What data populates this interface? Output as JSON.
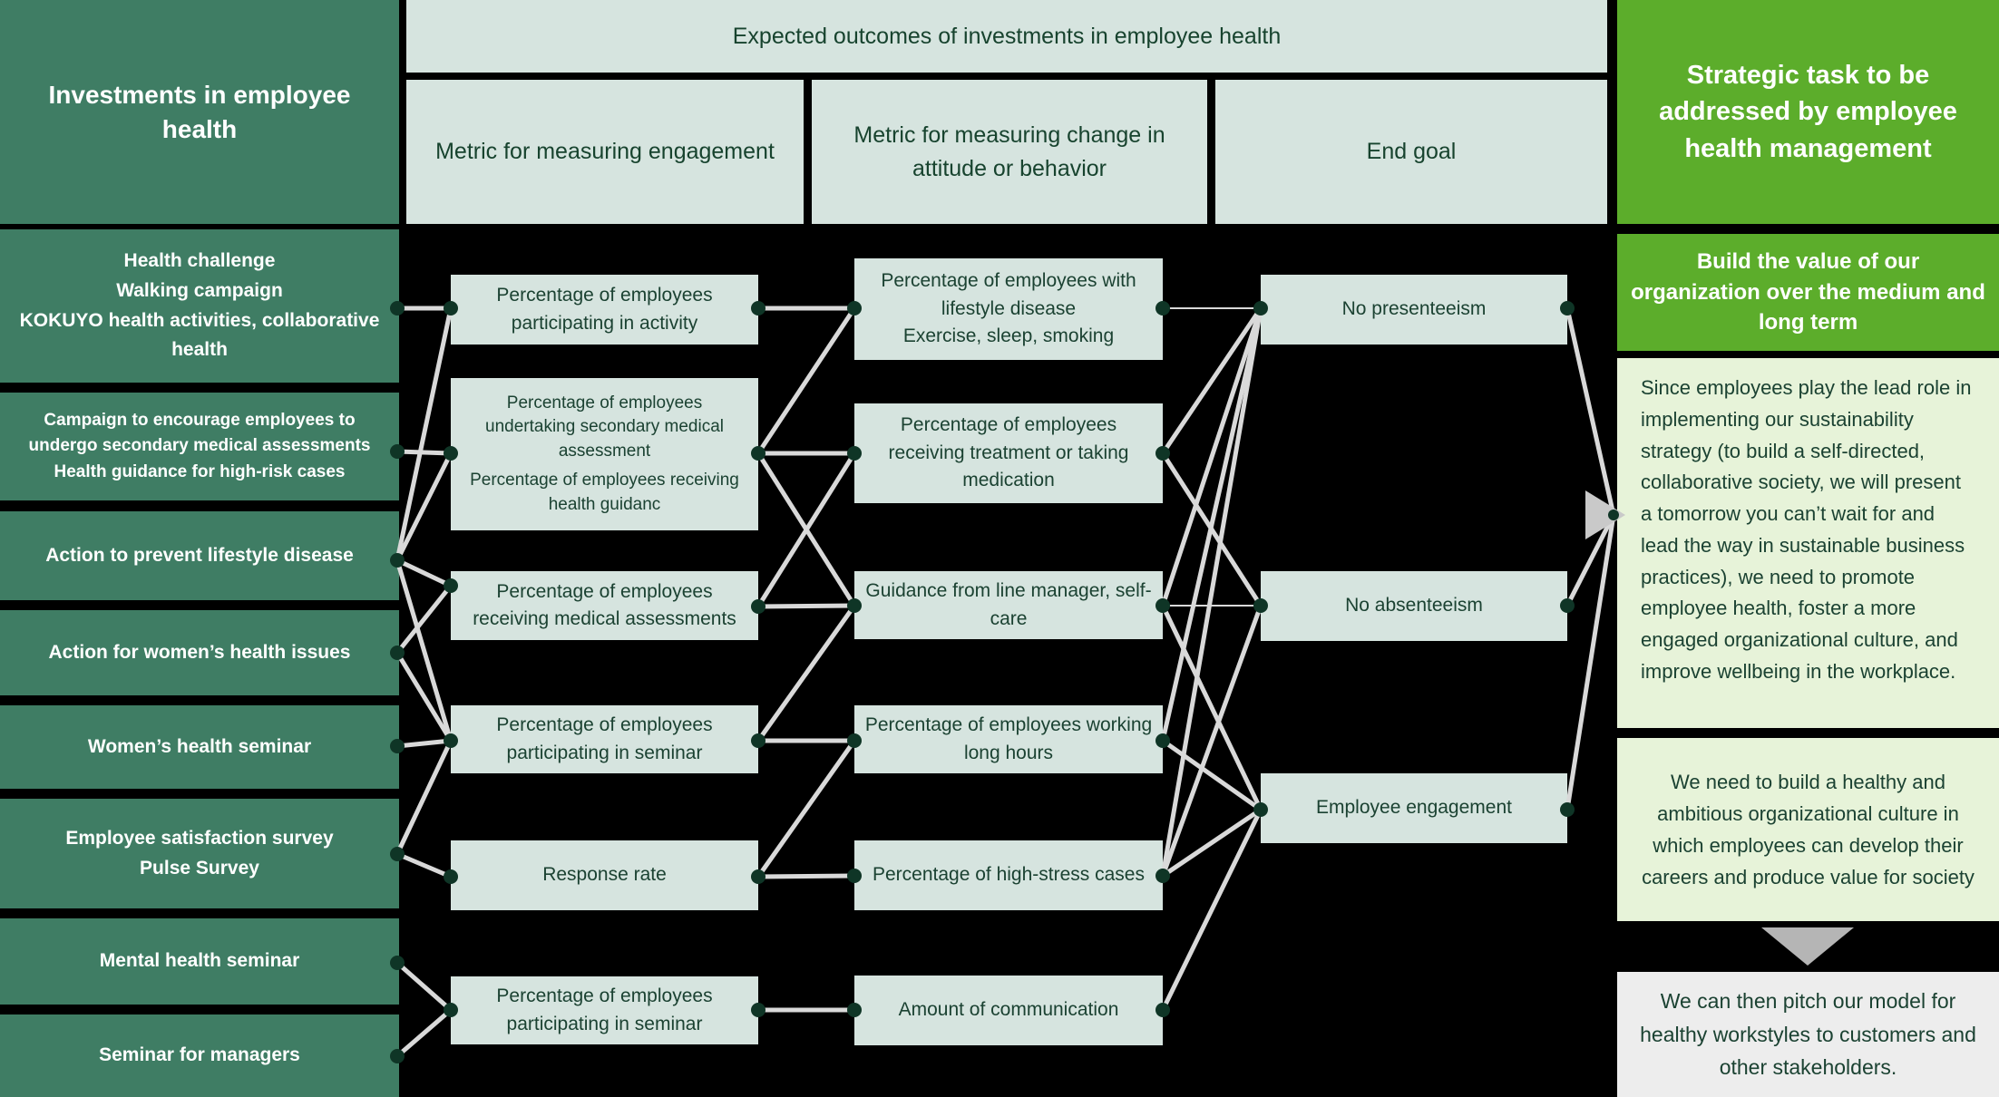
{
  "colors": {
    "background": "#000000",
    "investment_green": "#3f7d64",
    "accent_green": "#5cad2b",
    "cell_pale": "#d6e4df",
    "strategy_pale_green": "#e7f3d9",
    "conclusion_gray": "#ededed",
    "line_gray": "#d9d9d9",
    "dot_dark_green": "#0f3526",
    "arrow_gray": "#c9c9c9",
    "text_dark_green": "#1b4232",
    "text_white": "#ffffff"
  },
  "left": {
    "header": "Investments in employee health",
    "rows": [
      {
        "items": [
          "Health challenge",
          "Walking campaign",
          "KOKUYO health activities, collaborative health"
        ]
      },
      {
        "items": [
          "Campaign to encourage employees to undergo secondary medical assessments",
          "Health guidance for high-risk cases"
        ]
      },
      {
        "items": [
          "Action to prevent lifestyle disease"
        ]
      },
      {
        "items": [
          "Action for women’s health issues"
        ]
      },
      {
        "items": [
          "Women’s health seminar"
        ]
      },
      {
        "items": [
          "Employee satisfaction survey",
          "Pulse Survey"
        ]
      },
      {
        "items": [
          "Mental health seminar"
        ]
      },
      {
        "items": [
          "Seminar for managers"
        ]
      }
    ]
  },
  "outcomes_header": {
    "band": "Expected outcomes of investments in employee health",
    "cols": [
      "Metric for measuring engagement",
      "Metric for measuring change in attitude or behavior",
      "End goal"
    ]
  },
  "metrics_engagement": [
    {
      "items": [
        "Percentage of employees participating in activity"
      ]
    },
    {
      "items": [
        "Percentage of employees undertaking secondary medical assessment",
        "Percentage of employees receiving health guidanc"
      ]
    },
    {
      "items": [
        "Percentage of employees receiving medical assessments"
      ]
    },
    {
      "items": [
        "Percentage of employees participating in seminar"
      ]
    },
    {
      "items": [
        "Response rate"
      ]
    },
    {
      "items": [
        "Percentage of employees participating in seminar"
      ]
    }
  ],
  "metrics_behavior": [
    {
      "items": [
        "Percentage of employees with lifestyle disease",
        "Exercise, sleep, smoking"
      ]
    },
    {
      "items": [
        "Percentage of employees receiving treatment or taking medication"
      ]
    },
    {
      "items": [
        "Guidance from line manager, self-care"
      ]
    },
    {
      "items": [
        "Percentage of employees working long hours"
      ]
    },
    {
      "items": [
        "Percentage of high-stress cases"
      ]
    },
    {
      "items": [
        "Amount of communication"
      ]
    }
  ],
  "end_goals": [
    "No presenteeism",
    "No absenteeism",
    "Employee engagement"
  ],
  "strategy": {
    "header": "Strategic task to be addressed by employee health management",
    "highlight": "Build the value of our organization over the medium and long term",
    "para1": "Since employees play the lead role in implementing our sustainability strategy (to build a self-directed, collaborative society, we will present a tomorrow you can’t wait for and lead the way in sustainable business practices), we need to promote employee health, foster a more engaged organizational culture, and improve wellbeing in the workplace.",
    "para2": "We need to build a healthy and ambitious organizational culture in which employees can develop their careers and produce value for society",
    "conclusion": "We can then pitch our model for healthy workstyles to customers and other stakeholders."
  },
  "connections": [
    [
      "r1",
      "b1"
    ],
    [
      "r3",
      "b1"
    ],
    [
      "r2",
      "b2"
    ],
    [
      "r3",
      "b2"
    ],
    [
      "r3",
      "b3"
    ],
    [
      "r4",
      "b3"
    ],
    [
      "r3",
      "b4"
    ],
    [
      "r4",
      "b4"
    ],
    [
      "r5",
      "b4"
    ],
    [
      "r6",
      "b4"
    ],
    [
      "r6",
      "b5"
    ],
    [
      "r7",
      "b6"
    ],
    [
      "r8",
      "b6"
    ],
    [
      "b1",
      "cA"
    ],
    [
      "b2",
      "cA"
    ],
    [
      "b2",
      "cB"
    ],
    [
      "b2",
      "cC"
    ],
    [
      "b3",
      "cB"
    ],
    [
      "b3",
      "cC"
    ],
    [
      "b4",
      "cC"
    ],
    [
      "b4",
      "cD"
    ],
    [
      "b5",
      "cD"
    ],
    [
      "b5",
      "cE"
    ],
    [
      "b6",
      "cF"
    ],
    [
      "cA",
      "gP",
      "thin"
    ],
    [
      "cB",
      "gP"
    ],
    [
      "cC",
      "gP"
    ],
    [
      "cD",
      "gP"
    ],
    [
      "cE",
      "gP"
    ],
    [
      "cB",
      "gAb"
    ],
    [
      "cC",
      "gAb",
      "thin"
    ],
    [
      "cE",
      "gAb"
    ],
    [
      "cC",
      "gEE"
    ],
    [
      "cD",
      "gEE"
    ],
    [
      "cE",
      "gEE"
    ],
    [
      "cF",
      "gEE"
    ],
    [
      "gP",
      "V"
    ],
    [
      "gAb",
      "V"
    ],
    [
      "gEE",
      "V"
    ]
  ]
}
